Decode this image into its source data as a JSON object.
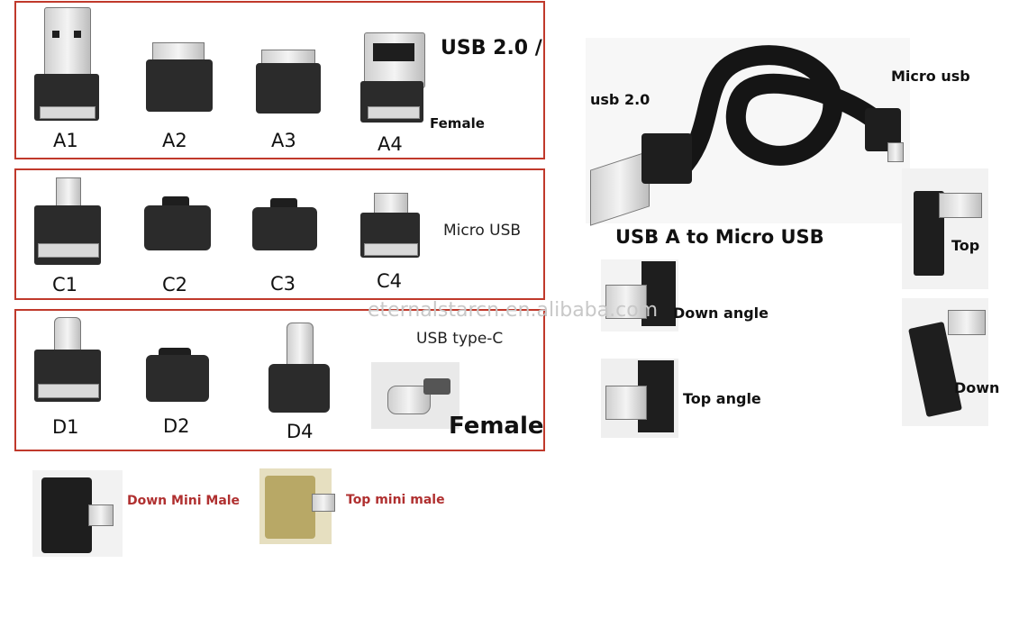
{
  "usb2": {
    "title": "USB 2.0 /",
    "sub": "Female",
    "labels": [
      "A1",
      "A2",
      "A3",
      "A4"
    ]
  },
  "micro": {
    "title": "Micro USB",
    "labels": [
      "C1",
      "C2",
      "C3",
      "C4"
    ]
  },
  "typec": {
    "title": "USB type-C",
    "female": "Female",
    "labels": [
      "D1",
      "D2",
      "D4"
    ]
  },
  "mini": {
    "down": "Down Mini Male",
    "top": "Top mini male"
  },
  "cable": {
    "left": "usb 2.0",
    "right": "Micro usb",
    "caption": "USB A to Micro USB"
  },
  "angles": {
    "down": "Down angle",
    "top": "Top angle",
    "right_top": "Top",
    "right_down": "Down"
  },
  "watermark": "eternalstarcn.en.alibaba.com",
  "colors": {
    "frame": "#c0392b",
    "mini_label": "#b03030"
  }
}
